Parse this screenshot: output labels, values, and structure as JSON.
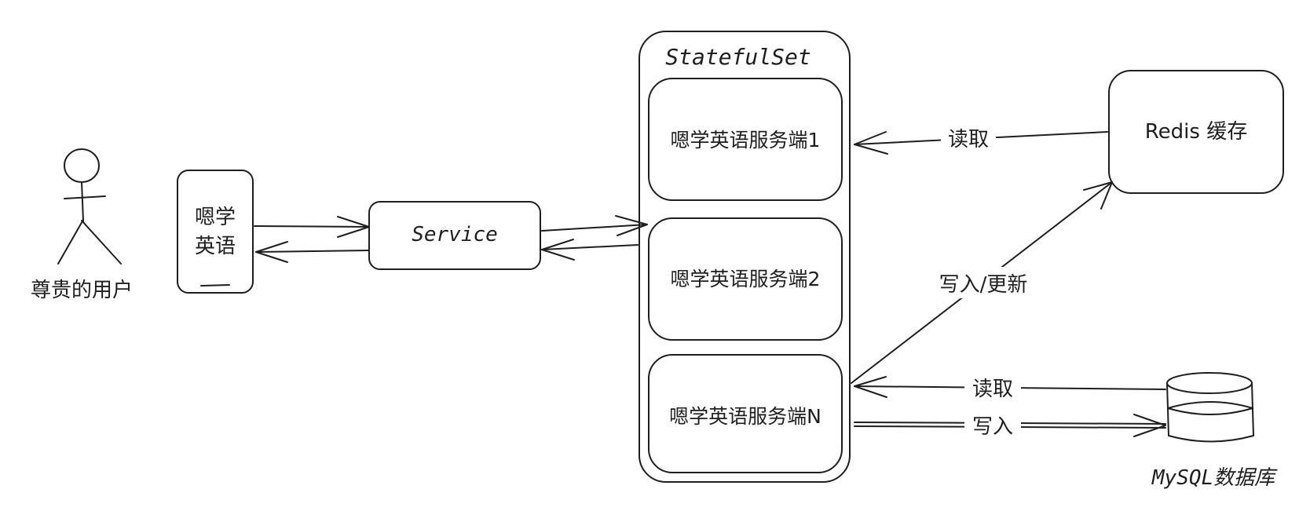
{
  "actor": {
    "label": "尊贵的用户"
  },
  "app": {
    "line1": "嗯学",
    "line2": "英语"
  },
  "service": {
    "label": "Service"
  },
  "statefulset": {
    "title": "StatefulSet",
    "servers": [
      "嗯学英语服务端1",
      "嗯学英语服务端2",
      "嗯学英语服务端N"
    ]
  },
  "redis": {
    "label": "Redis 缓存"
  },
  "mysql": {
    "label": "MySQL数据库"
  },
  "edges": {
    "redis_read": "读取",
    "write_update": "写入/更新",
    "mysql_read": "读取",
    "mysql_write": "写入"
  }
}
